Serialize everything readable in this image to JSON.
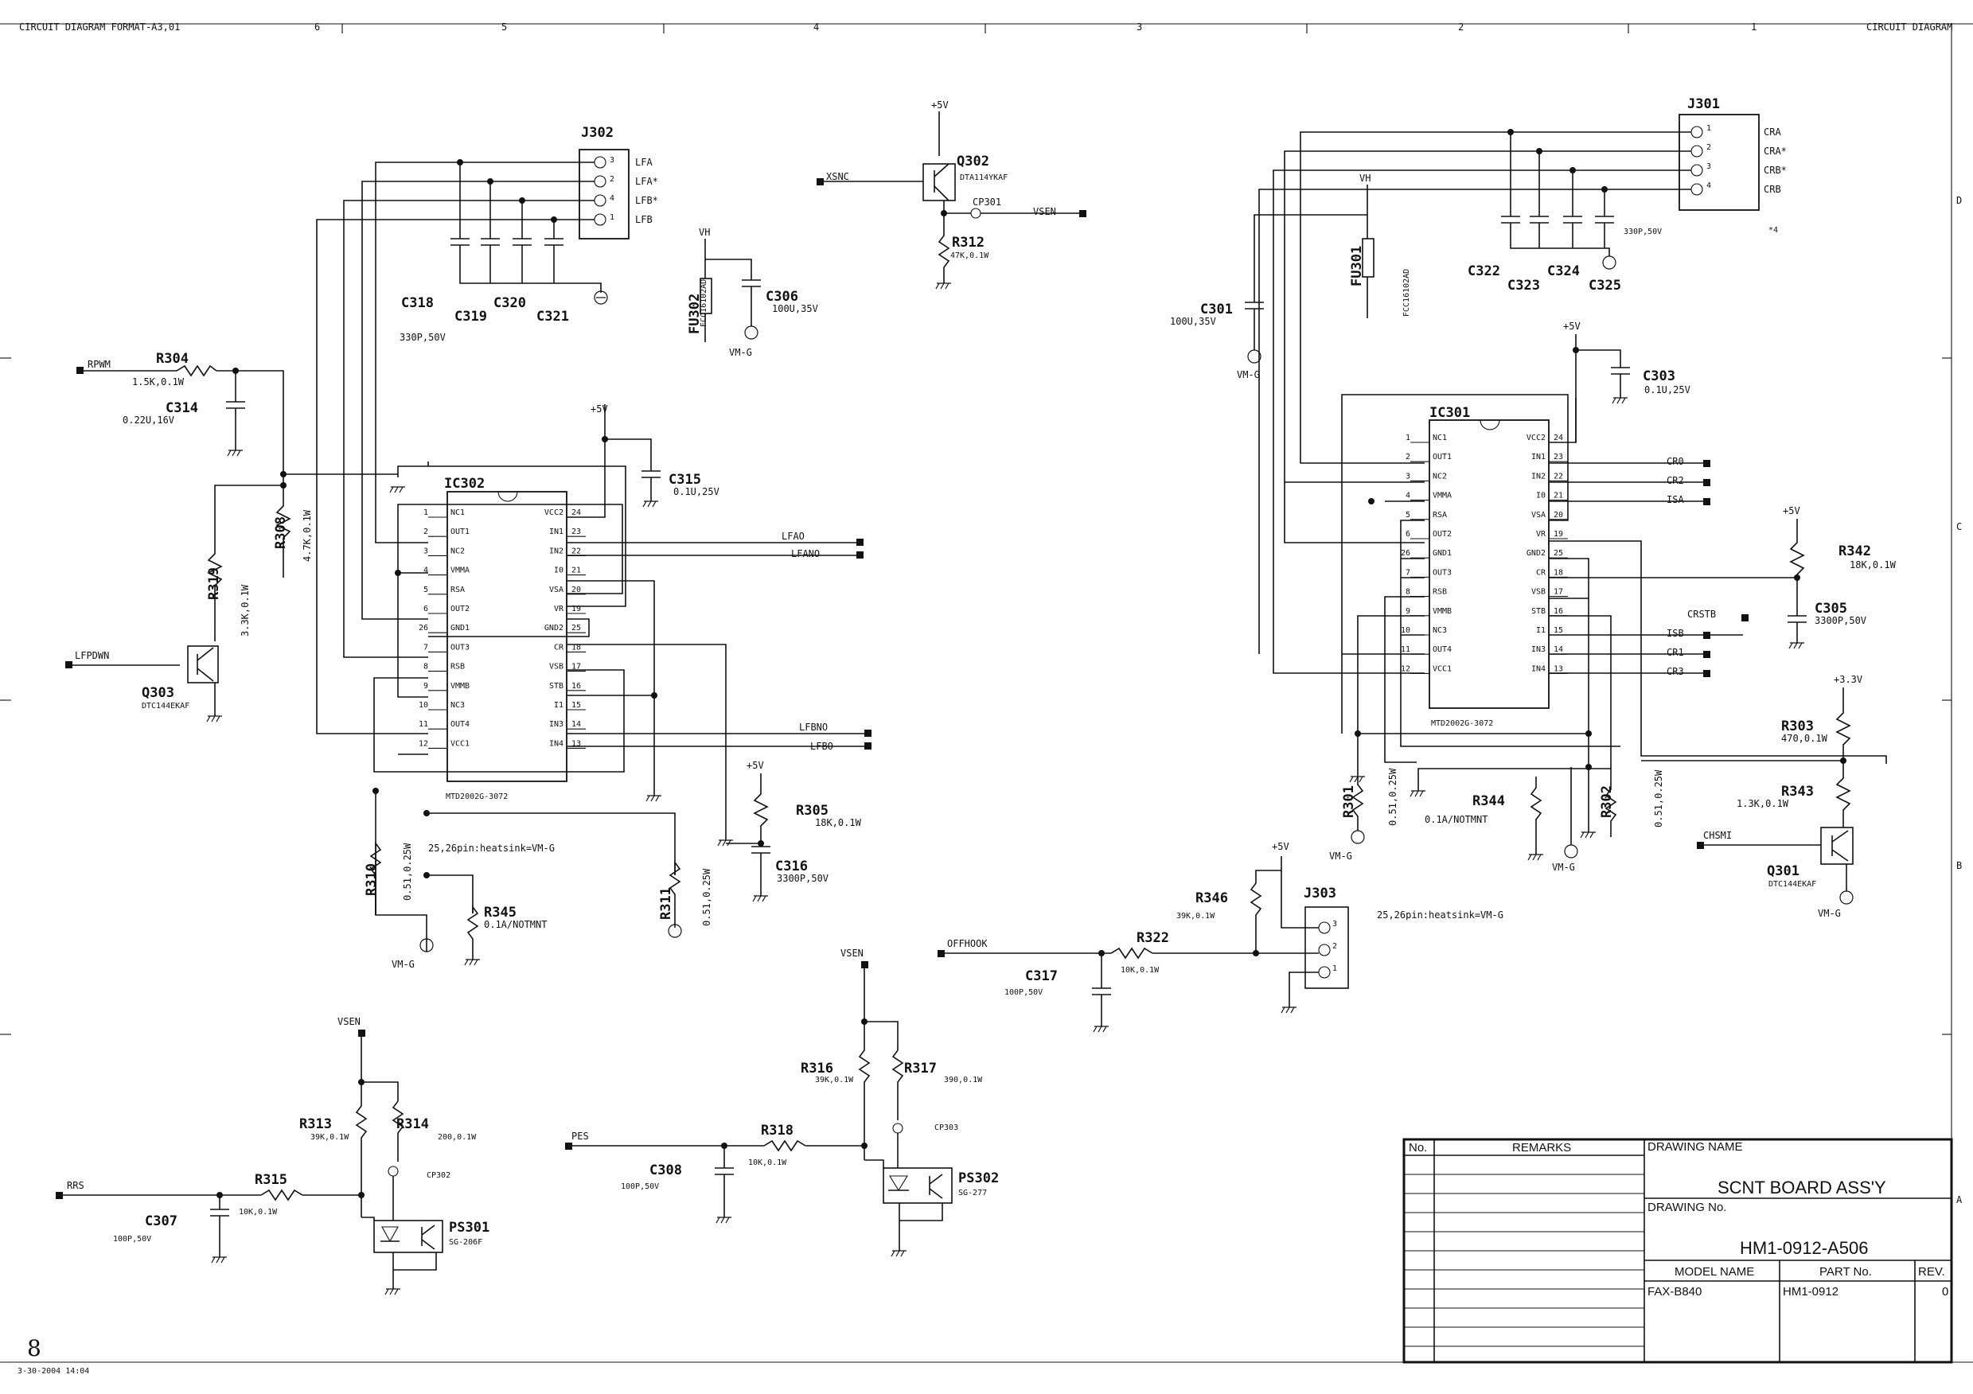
{
  "sheet": {
    "header_left": "CIRCUIT DIAGRAM FORMAT-A3,01",
    "header_right": "CIRCUIT DIAGRAM",
    "zones": [
      "6",
      "5",
      "4",
      "3",
      "2",
      "1"
    ],
    "rows": [
      "D",
      "C",
      "B",
      "A"
    ],
    "page_number": "8",
    "print_stamp": "3-30-2004 14:04"
  },
  "title_block": {
    "col_no": "No.",
    "col_remarks": "REMARKS",
    "drawing_name_label": "DRAWING NAME",
    "drawing_name": "SCNT BOARD ASS'Y",
    "drawing_no_label": "DRAWING No.",
    "drawing_no": "HM1-0912-A506",
    "model_name_label": "MODEL NAME",
    "part_no_label": "PART No.",
    "rev_label": "REV.",
    "model_name": "FAX-B840",
    "part_no": "HM1-0912",
    "rev": "0"
  },
  "left_section": {
    "j302": "J302",
    "j302_pins": [
      "LFA",
      "LFA*",
      "LFB*",
      "LFB"
    ],
    "j302_pin_nums": [
      "3",
      "2",
      "4",
      "1"
    ],
    "caps": {
      "c318": "C318",
      "c319": "C319",
      "c320": "C320",
      "c321": "C321",
      "cap_value": "330P,50V"
    },
    "fu302": "FU302",
    "fu302_part": "FCC16102AD",
    "fu302_vh": "VH",
    "fu302_gnd": "VM-G",
    "c306": "C306",
    "c306_val": "100U,35V",
    "rpwm": "RPWM",
    "r304": "R304",
    "r304_val": "1.5K,0.1W",
    "c314": "C314",
    "c314_val": "0.22U,16V",
    "r308": "R308",
    "r308_val": "4.7K,0.1W",
    "r319": "R319",
    "r319_val": "3.3K,0.1W",
    "lfpdwn": "LFPDWN",
    "q303": "Q303",
    "q303_part": "DTC144EKAF",
    "plus5v": "+5V",
    "c315": "C315",
    "c315_val": "0.1U,25V",
    "ic302": "IC302",
    "ic302_part": "MTD2002G-3072",
    "ic302_left_nums": [
      "1",
      "2",
      "3",
      "4",
      "5",
      "6",
      "26",
      "7",
      "8",
      "9",
      "10",
      "11",
      "12"
    ],
    "ic302_left_names": [
      "NC1",
      "OUT1",
      "NC2",
      "VMMA",
      "RSA",
      "OUT2",
      "GND1",
      "OUT3",
      "RSB",
      "VMMB",
      "NC3",
      "OUT4",
      "VCC1"
    ],
    "ic302_right_nums": [
      "24",
      "23",
      "22",
      "21",
      "20",
      "19",
      "25",
      "18",
      "17",
      "16",
      "15",
      "14",
      "13"
    ],
    "ic302_right_names": [
      "VCC2",
      "IN1",
      "IN2",
      "I0",
      "VSA",
      "VR",
      "GND2",
      "CR",
      "VSB",
      "STB",
      "I1",
      "IN3",
      "IN4"
    ],
    "lfao": "LFAO",
    "lfano": "LFANO",
    "lfbno": "LFBNO",
    "lfbo": "LFBO",
    "r305": "R305",
    "r305_val": "18K,0.1W",
    "c316": "C316",
    "c316_val": "3300P,50V",
    "heatsink": "25,26pin:heatsink=VM-G",
    "r310": "R310",
    "r310_val": "0.51,0.25W",
    "r345": "R345",
    "r345_val": "0.1A/NOTMNT",
    "r311": "R311",
    "r311_val": "0.51,0.25W",
    "vmg": "VM-G"
  },
  "top_mid": {
    "plus5v": "+5V",
    "xsnc": "XSNC",
    "q302": "Q302",
    "q302_part": "DTA114YKAF",
    "cp301": "CP301",
    "vsen": "VSEN",
    "r312": "R312",
    "r312_val": "47K,0.1W"
  },
  "right_section": {
    "j301": "J301",
    "j301_pins": [
      "CRA",
      "CRA*",
      "CRB*",
      "CRB"
    ],
    "j301_pin_nums": [
      "1",
      "2",
      "3",
      "4"
    ],
    "j301_note": "*4",
    "vh": "VH",
    "fu301": "FU301",
    "fu301_part": "FCC16102AD",
    "c301": "C301",
    "c301_val": "100U,35V",
    "vmg": "VM-G",
    "caps": {
      "c322": "C322",
      "c323": "C323",
      "c324": "C324",
      "c325": "C325",
      "cap_value": "330P,50V"
    },
    "plus5v": "+5V",
    "c303": "C303",
    "c303_val": "0.1U,25V",
    "ic301": "IC301",
    "ic301_part": "MTD2002G-3072",
    "ic301_left_nums": [
      "1",
      "2",
      "3",
      "4",
      "5",
      "6",
      "26",
      "7",
      "8",
      "9",
      "10",
      "11",
      "12"
    ],
    "ic301_left_names": [
      "NC1",
      "OUT1",
      "NC2",
      "VMMA",
      "RSA",
      "OUT2",
      "GND1",
      "OUT3",
      "RSB",
      "VMMB",
      "NC3",
      "OUT4",
      "VCC1"
    ],
    "ic301_right_nums": [
      "24",
      "23",
      "22",
      "21",
      "20",
      "19",
      "25",
      "18",
      "17",
      "16",
      "15",
      "14",
      "13"
    ],
    "ic301_right_names": [
      "VCC2",
      "IN1",
      "IN2",
      "I0",
      "VSA",
      "VR",
      "GND2",
      "CR",
      "VSB",
      "STB",
      "I1",
      "IN3",
      "IN4"
    ],
    "cr0": "CR0",
    "cr2": "CR2",
    "isa": "ISA",
    "crstb": "CRSTB",
    "isb": "ISB",
    "cr1": "CR1",
    "cr3": "CR3",
    "r342": "R342",
    "r342_val": "18K,0.1W",
    "c305": "C305",
    "c305_val": "3300P,50V",
    "plus33v": "+3.3V",
    "r303": "R303",
    "r303_val": "470,0.1W",
    "r343": "R343",
    "r343_val": "1.3K,0.1W",
    "chsmi": "CHSMI",
    "q301": "Q301",
    "q301_part": "DTC144EKAF",
    "r301": "R301",
    "r301_val": "0.51,0.25W",
    "r344": "R344",
    "r344_val": "0.1A/NOTMNT",
    "r302": "R302",
    "r302_val": "0.51,0.25W",
    "heatsink": "25,26pin:heatsink=VM-G"
  },
  "offhook": {
    "offhook": "OFFHOOK",
    "r322": "R322",
    "r322_val": "10K,0.1W",
    "c317": "C317",
    "c317_val": "100P,50V",
    "plus5v": "+5V",
    "r346": "R346",
    "r346_val": "39K,0.1W",
    "j303": "J303",
    "j303_pins": [
      "3",
      "2",
      "1"
    ]
  },
  "rrs": {
    "vsen": "VSEN",
    "r313": "R313",
    "r313_val": "39K,0.1W",
    "r314": "R314",
    "r314_val": "200,0.1W",
    "cp302": "CP302",
    "rrs": "RRS",
    "r315": "R315",
    "r315_val": "10K,0.1W",
    "c307": "C307",
    "c307_val": "100P,50V",
    "ps301": "PS301",
    "ps301_part": "SG-206F"
  },
  "pes": {
    "vsen": "VSEN",
    "r316": "R316",
    "r316_val": "39K,0.1W",
    "r317": "R317",
    "r317_val": "390,0.1W",
    "cp303": "CP303",
    "pes": "PES",
    "r318": "R318",
    "r318_val": "10K,0.1W",
    "c308": "C308",
    "c308_val": "100P,50V",
    "ps302": "PS302",
    "ps302_part": "SG-277"
  }
}
